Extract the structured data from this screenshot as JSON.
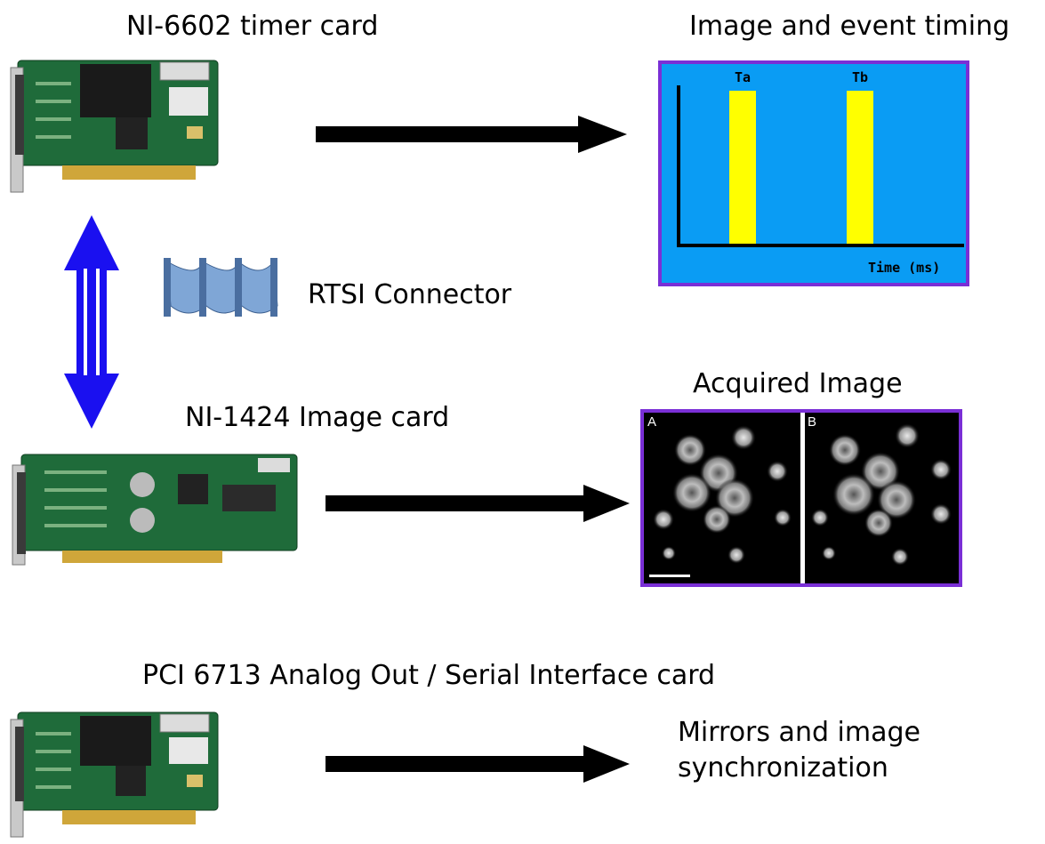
{
  "labels": {
    "timer_card": "NI-6602 timer card",
    "timing_title": "Image and event timing",
    "rtsi": "RTSI Connector",
    "acquired_title": "Acquired Image",
    "image_card": "NI-1424 Image card",
    "analog_card": "PCI 6713 Analog Out / Serial Interface card",
    "mirrors_line1": "Mirrors and image",
    "mirrors_line2": "synchronization"
  },
  "timing_chart": {
    "pulse_a": "Ta",
    "pulse_b": "Tb",
    "xlabel": "Time (ms)"
  },
  "acquired_image": {
    "panel_a": "A",
    "panel_b": "B"
  },
  "colors": {
    "arrow": "#000000",
    "double_arrow": "#1a10f0",
    "timing_bg": "#0a9cf4",
    "pulse": "#ffff00",
    "frame": "#7a2fd6",
    "board": "#1f6b3a"
  }
}
